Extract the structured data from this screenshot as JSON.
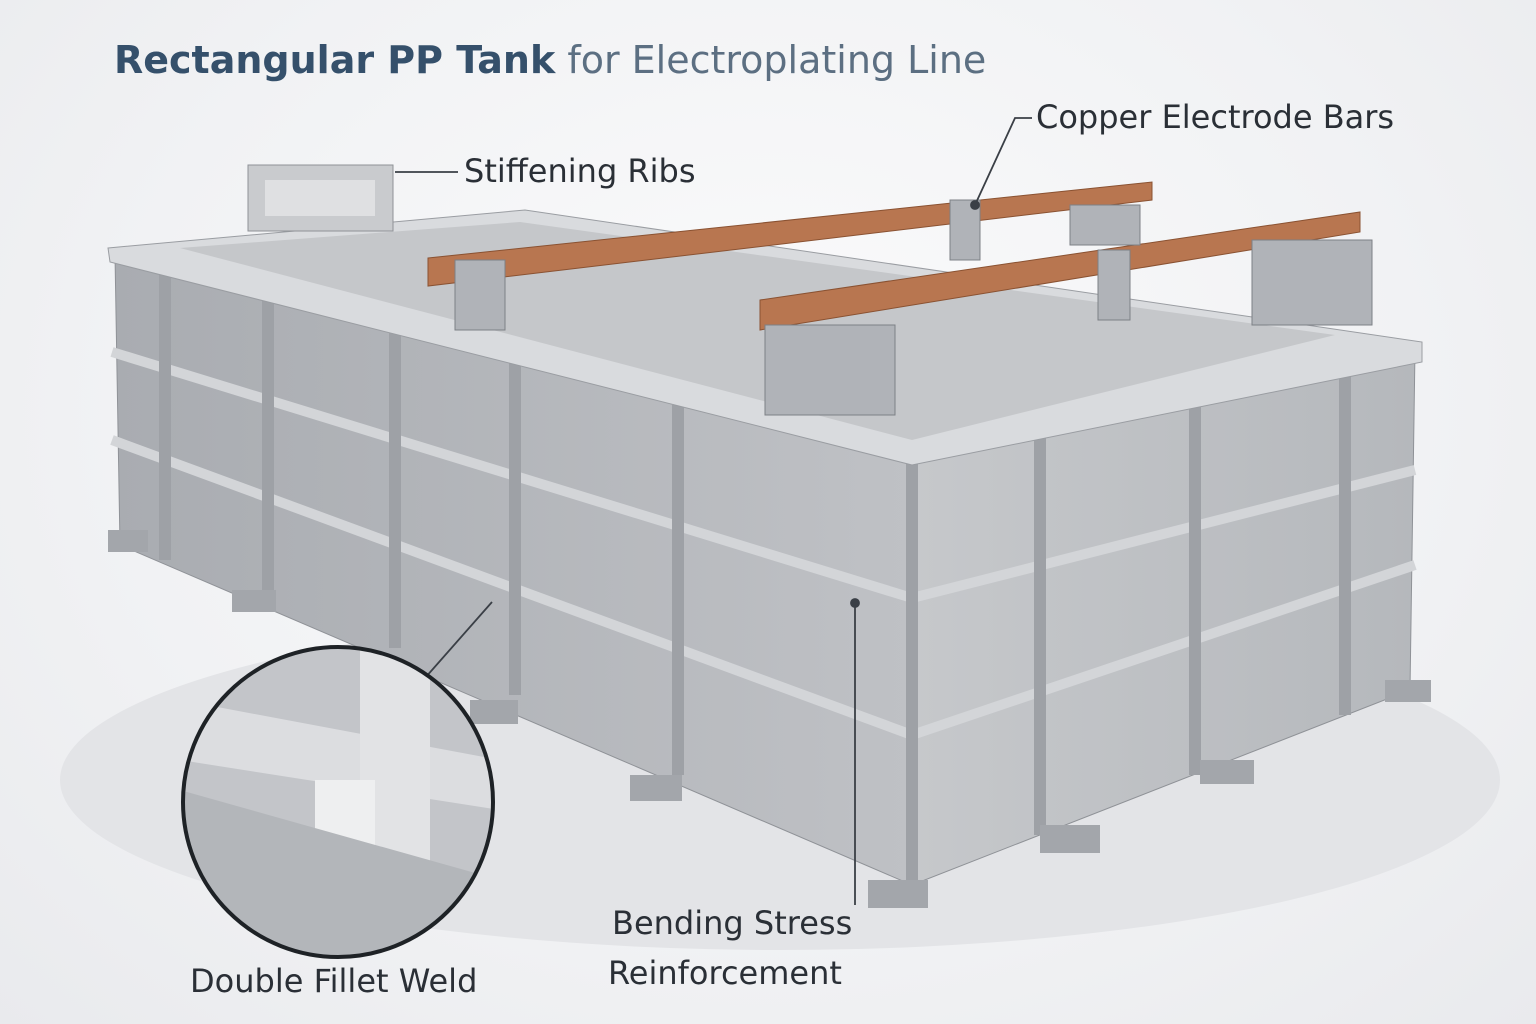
{
  "title": {
    "bold": "Rectangular PP Tank",
    "rest": " for Electroplating Line"
  },
  "callouts": {
    "stiffening_ribs": "Stiffening Ribs",
    "copper_bars": "Copper Electrode Bars",
    "bending_stress_line1": "Bending Stress",
    "bending_stress_line2": "Reinforcement",
    "double_fillet_weld": "Double Fillet Weld"
  },
  "colors": {
    "tank": "#b9bbbf",
    "copper": "#b87650",
    "title": "#35506b"
  }
}
